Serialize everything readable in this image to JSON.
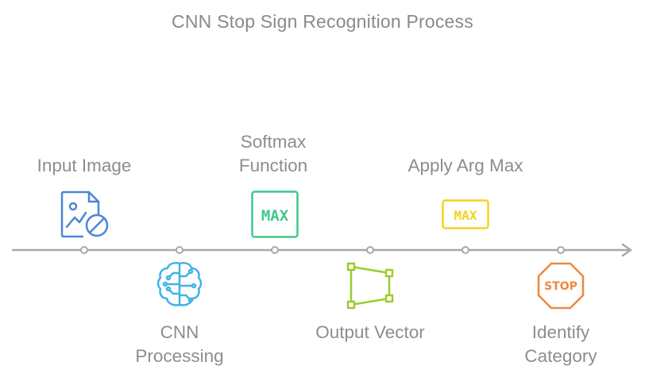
{
  "title": "CNN Stop Sign Recognition Process",
  "steps": [
    {
      "label": "Input Image",
      "icon": "image-blocked-icon",
      "color": "#4a86d8"
    },
    {
      "label": "CNN\nProcessing",
      "icon": "brain-circuit-icon",
      "color": "#3fb3e8"
    },
    {
      "label": "Softmax\nFunction",
      "icon": "max-box-icon",
      "color": "#3cc98a",
      "icon_text": "MAX"
    },
    {
      "label": "Output Vector",
      "icon": "vector-polygon-icon",
      "color": "#9ccc2e"
    },
    {
      "label": "Apply Arg Max",
      "icon": "max-box-icon",
      "color": "#f0d51e",
      "icon_text": "MAX"
    },
    {
      "label": "Identify\nCategory",
      "icon": "stop-sign-icon",
      "color": "#f0883c",
      "icon_text": "STOP"
    }
  ],
  "colors": {
    "timeline": "#a8a8a8",
    "text": "#8d8d8d"
  }
}
